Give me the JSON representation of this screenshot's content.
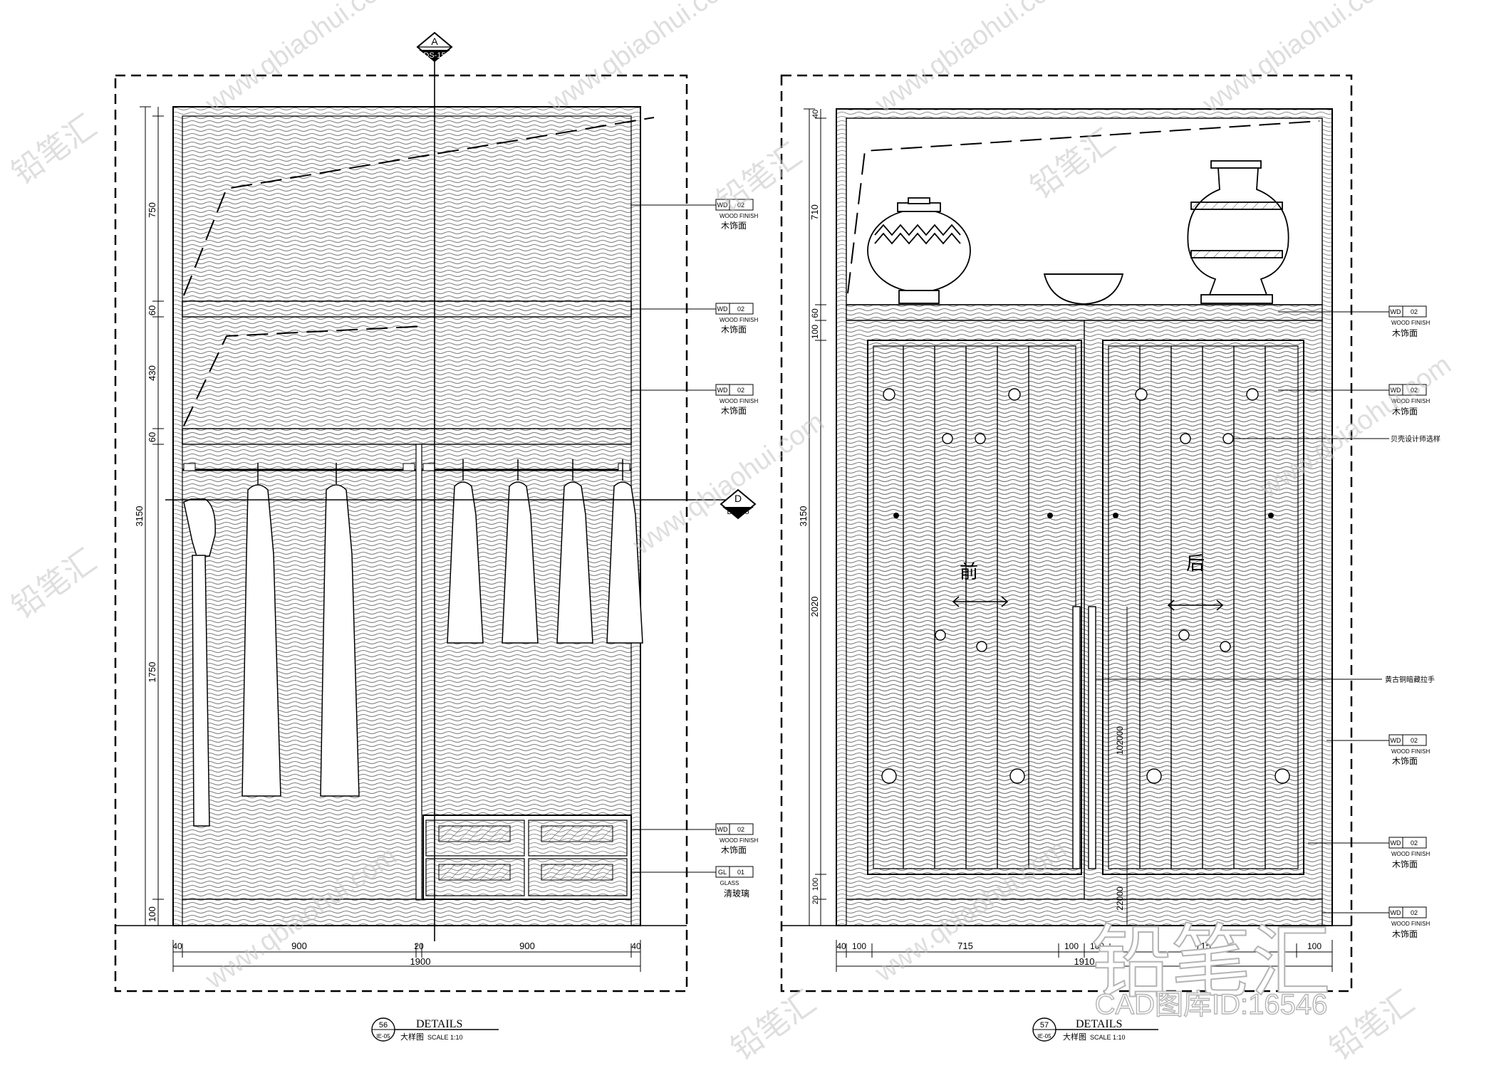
{
  "watermark": {
    "url_text": "www.qbiaohui.com",
    "cn_text": "铅笔汇",
    "brand_big": "铅笔汇",
    "brand_sub": "CAD图库ID:16546"
  },
  "left_drawing": {
    "section_marker_a": {
      "letter": "A",
      "sheet": "DS-15"
    },
    "section_marker_d": {
      "letter": "D",
      "sheet": "DS-15"
    },
    "vertical_dims": [
      "750",
      "60",
      "430",
      "60",
      "1750",
      "100"
    ],
    "overall_height": "3150",
    "bottom_dims": [
      "40",
      "900",
      "20",
      "900",
      "40"
    ],
    "overall_width": "1900",
    "callouts": [
      {
        "code": "WD",
        "num": "02",
        "en": "WOOD FINISH",
        "cn": "木饰面"
      },
      {
        "code": "WD",
        "num": "02",
        "en": "WOOD FINISH",
        "cn": "木饰面"
      },
      {
        "code": "WD",
        "num": "02",
        "en": "WOOD FINISH",
        "cn": "木饰面"
      },
      {
        "code": "WD",
        "num": "02",
        "en": "WOOD FINISH",
        "cn": "木饰面"
      },
      {
        "code": "GL",
        "num": "01",
        "en": "GLASS",
        "cn": "清玻璃"
      }
    ],
    "title": {
      "number": "56",
      "sheet": "IE-05",
      "en": "DETAILS",
      "cn": "大样图",
      "scale": "SCALE 1:10"
    }
  },
  "right_drawing": {
    "vertical_dims": [
      "40",
      "710",
      "60",
      "100",
      "2020",
      "20",
      "100"
    ],
    "overall_height": "3150",
    "handle_dims": [
      "102000",
      "22000"
    ],
    "bottom_dims": [
      "40",
      "100",
      "715",
      "100",
      "100",
      "715",
      "100"
    ],
    "overall_width": "1910",
    "door_labels": [
      "前",
      "后"
    ],
    "callouts": [
      {
        "code": "WD",
        "num": "02",
        "en": "WOOD FINISH",
        "cn": "木饰面"
      },
      {
        "code": "WD",
        "num": "02",
        "en": "WOOD FINISH",
        "cn": "木饰面"
      },
      {
        "text": "贝壳设计师选样"
      },
      {
        "text": "黄古铜暗藏拉手"
      },
      {
        "code": "WD",
        "num": "02",
        "en": "WOOD FINISH",
        "cn": "木饰面"
      },
      {
        "code": "WD",
        "num": "02",
        "en": "WOOD FINISH",
        "cn": "木饰面"
      },
      {
        "code": "WD",
        "num": "02",
        "en": "WOOD FINISH",
        "cn": "木饰面"
      }
    ],
    "title": {
      "number": "57",
      "sheet": "IE-05",
      "en": "DETAILS",
      "cn": "大样图",
      "scale": "SCALE 1:10"
    }
  }
}
